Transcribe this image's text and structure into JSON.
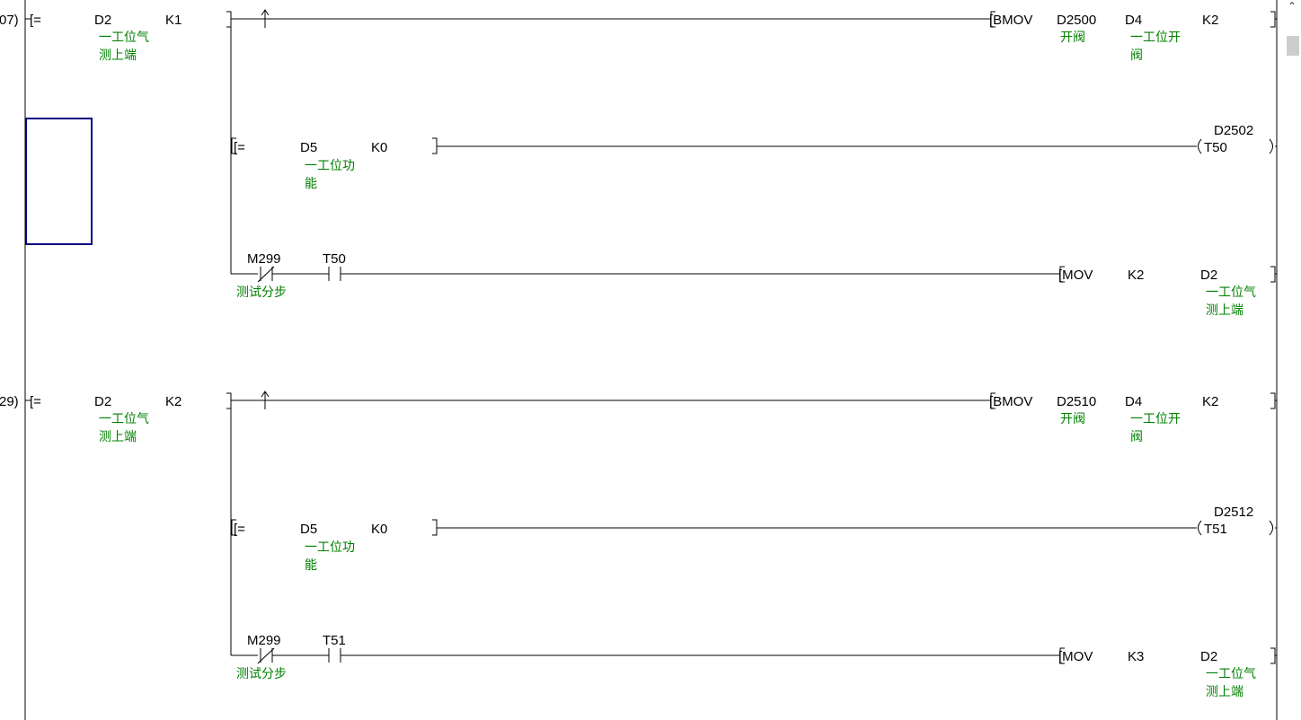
{
  "rungs": [
    {
      "step": "07)",
      "cond": {
        "op": "[=",
        "s1": "D2",
        "s2": "K1",
        "comment1": [
          "一工位气",
          "测上端"
        ]
      },
      "bmov": {
        "instr": "[BMOV",
        "s": "D2500",
        "s_comment": [
          "开阀"
        ],
        "d": "D4",
        "d_comment": [
          "一工位开",
          "阀"
        ],
        "n": "K2"
      },
      "cmp": {
        "op": "[=",
        "s1": "D5",
        "s2": "K0",
        "comment": [
          "一工位功",
          "能"
        ]
      },
      "timer": {
        "coil": "T50",
        "preset": "D2502"
      },
      "contacts": {
        "c1": "M299",
        "c1_comment": "测试分步",
        "c2": "T50"
      },
      "mov": {
        "instr": "[MOV",
        "s": "K2",
        "d": "D2",
        "d_comment": [
          "一工位气",
          "测上端"
        ]
      }
    },
    {
      "step": "29)",
      "cond": {
        "op": "[=",
        "s1": "D2",
        "s2": "K2",
        "comment1": [
          "一工位气",
          "测上端"
        ]
      },
      "bmov": {
        "instr": "[BMOV",
        "s": "D2510",
        "s_comment": [
          "开阀"
        ],
        "d": "D4",
        "d_comment": [
          "一工位开",
          "阀"
        ],
        "n": "K2"
      },
      "cmp": {
        "op": "[=",
        "s1": "D5",
        "s2": "K0",
        "comment": [
          "一工位功",
          "能"
        ]
      },
      "timer": {
        "coil": "T51",
        "preset": "D2512"
      },
      "contacts": {
        "c1": "M299",
        "c1_comment": "测试分步",
        "c2": "T51"
      },
      "mov": {
        "instr": "[MOV",
        "s": "K3",
        "d": "D2",
        "d_comment": [
          "一工位气",
          "测上端"
        ]
      }
    }
  ],
  "colors": {
    "instruction": "#000000",
    "comment": "#008000",
    "cursor": "#000080"
  },
  "icons": {
    "scroll_up": "chevron-up-icon"
  }
}
